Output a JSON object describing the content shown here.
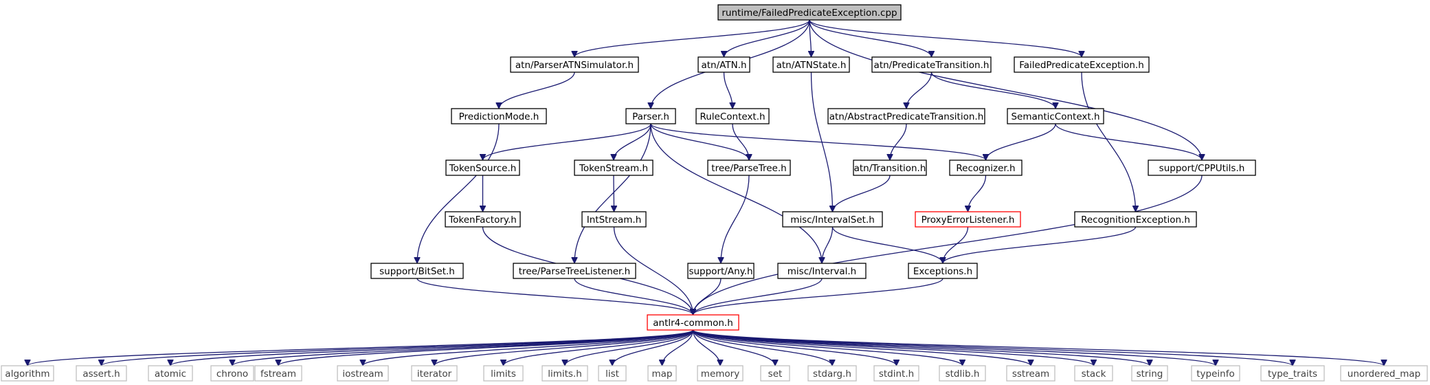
{
  "colors": {
    "edge": "#191970",
    "node_border": "#000000",
    "root_fill": "#bfbfbf",
    "truncated_border": "#ff0000",
    "system_border": "#bfbfbf",
    "system_text": "#404040"
  },
  "nodes": [
    {
      "id": "root",
      "label": "runtime/FailedPredicateException.cpp",
      "kind": "root"
    },
    {
      "id": "pas",
      "label": "atn/ParserATNSimulator.h",
      "kind": "normal"
    },
    {
      "id": "atn",
      "label": "atn/ATN.h",
      "kind": "normal"
    },
    {
      "id": "atnstate",
      "label": "atn/ATNState.h",
      "kind": "normal"
    },
    {
      "id": "predtrans",
      "label": "atn/PredicateTransition.h",
      "kind": "normal"
    },
    {
      "id": "fpe",
      "label": "FailedPredicateException.h",
      "kind": "normal"
    },
    {
      "id": "predmode",
      "label": "PredictionMode.h",
      "kind": "normal"
    },
    {
      "id": "parser",
      "label": "Parser.h",
      "kind": "normal"
    },
    {
      "id": "rulectx",
      "label": "RuleContext.h",
      "kind": "normal"
    },
    {
      "id": "abspred",
      "label": "atn/AbstractPredicateTransition.h",
      "kind": "normal"
    },
    {
      "id": "semctx",
      "label": "SemanticContext.h",
      "kind": "normal"
    },
    {
      "id": "tokensrc",
      "label": "TokenSource.h",
      "kind": "normal"
    },
    {
      "id": "tokenstream",
      "label": "TokenStream.h",
      "kind": "normal"
    },
    {
      "id": "parsetree",
      "label": "tree/ParseTree.h",
      "kind": "normal"
    },
    {
      "id": "transition",
      "label": "atn/Transition.h",
      "kind": "normal"
    },
    {
      "id": "recognizer",
      "label": "Recognizer.h",
      "kind": "normal"
    },
    {
      "id": "cpputils",
      "label": "support/CPPUtils.h",
      "kind": "normal"
    },
    {
      "id": "tokenfactory",
      "label": "TokenFactory.h",
      "kind": "normal"
    },
    {
      "id": "intstream",
      "label": "IntStream.h",
      "kind": "normal"
    },
    {
      "id": "intervalset",
      "label": "misc/IntervalSet.h",
      "kind": "normal"
    },
    {
      "id": "proxy",
      "label": "ProxyErrorListener.h",
      "kind": "truncated"
    },
    {
      "id": "recexc",
      "label": "RecognitionException.h",
      "kind": "normal"
    },
    {
      "id": "bitset",
      "label": "support/BitSet.h",
      "kind": "normal"
    },
    {
      "id": "ptlistener",
      "label": "tree/ParseTreeListener.h",
      "kind": "normal"
    },
    {
      "id": "any",
      "label": "support/Any.h",
      "kind": "normal"
    },
    {
      "id": "interval",
      "label": "misc/Interval.h",
      "kind": "normal"
    },
    {
      "id": "exceptions",
      "label": "Exceptions.h",
      "kind": "normal"
    },
    {
      "id": "common",
      "label": "antlr4-common.h",
      "kind": "truncated"
    },
    {
      "id": "s_algorithm",
      "label": "algorithm",
      "kind": "system"
    },
    {
      "id": "s_assert",
      "label": "assert.h",
      "kind": "system"
    },
    {
      "id": "s_atomic",
      "label": "atomic",
      "kind": "system"
    },
    {
      "id": "s_chrono",
      "label": "chrono",
      "kind": "system"
    },
    {
      "id": "s_fstream",
      "label": "fstream",
      "kind": "system"
    },
    {
      "id": "s_iostream",
      "label": "iostream",
      "kind": "system"
    },
    {
      "id": "s_iterator",
      "label": "iterator",
      "kind": "system"
    },
    {
      "id": "s_limits",
      "label": "limits",
      "kind": "system"
    },
    {
      "id": "s_limitsh",
      "label": "limits.h",
      "kind": "system"
    },
    {
      "id": "s_list",
      "label": "list",
      "kind": "system"
    },
    {
      "id": "s_map",
      "label": "map",
      "kind": "system"
    },
    {
      "id": "s_memory",
      "label": "memory",
      "kind": "system"
    },
    {
      "id": "s_set",
      "label": "set",
      "kind": "system"
    },
    {
      "id": "s_stdarg",
      "label": "stdarg.h",
      "kind": "system"
    },
    {
      "id": "s_stdint",
      "label": "stdint.h",
      "kind": "system"
    },
    {
      "id": "s_stdlib",
      "label": "stdlib.h",
      "kind": "system"
    },
    {
      "id": "s_sstream",
      "label": "sstream",
      "kind": "system"
    },
    {
      "id": "s_stack",
      "label": "stack",
      "kind": "system"
    },
    {
      "id": "s_string",
      "label": "string",
      "kind": "system"
    },
    {
      "id": "s_typeinfo",
      "label": "typeinfo",
      "kind": "system"
    },
    {
      "id": "s_type_traits",
      "label": "type_traits",
      "kind": "system"
    },
    {
      "id": "s_unordered_map",
      "label": "unordered_map",
      "kind": "system"
    }
  ],
  "edges": [
    [
      "root",
      "pas"
    ],
    [
      "root",
      "atn"
    ],
    [
      "root",
      "atnstate"
    ],
    [
      "root",
      "predtrans"
    ],
    [
      "root",
      "fpe"
    ],
    [
      "root",
      "parser"
    ],
    [
      "root",
      "cpputils"
    ],
    [
      "pas",
      "predmode"
    ],
    [
      "predmode",
      "bitset"
    ],
    [
      "bitset",
      "common"
    ],
    [
      "atn",
      "rulectx"
    ],
    [
      "rulectx",
      "parsetree"
    ],
    [
      "atnstate",
      "intervalset"
    ],
    [
      "predtrans",
      "abspred"
    ],
    [
      "predtrans",
      "semctx"
    ],
    [
      "abspred",
      "transition"
    ],
    [
      "transition",
      "intervalset"
    ],
    [
      "semctx",
      "recognizer"
    ],
    [
      "semctx",
      "cpputils"
    ],
    [
      "fpe",
      "recexc"
    ],
    [
      "recexc",
      "exceptions"
    ],
    [
      "parser",
      "tokensrc"
    ],
    [
      "parser",
      "tokenstream"
    ],
    [
      "parser",
      "parsetree"
    ],
    [
      "parser",
      "recognizer"
    ],
    [
      "parser",
      "ptlistener"
    ],
    [
      "parser",
      "interval"
    ],
    [
      "tokensrc",
      "tokenfactory"
    ],
    [
      "tokenfactory",
      "common"
    ],
    [
      "tokenstream",
      "intstream"
    ],
    [
      "intstream",
      "common"
    ],
    [
      "parsetree",
      "any"
    ],
    [
      "any",
      "common"
    ],
    [
      "recognizer",
      "proxy"
    ],
    [
      "proxy",
      "exceptions"
    ],
    [
      "intervalset",
      "interval"
    ],
    [
      "intervalset",
      "exceptions"
    ],
    [
      "interval",
      "common"
    ],
    [
      "exceptions",
      "common"
    ],
    [
      "cpputils",
      "common"
    ],
    [
      "ptlistener",
      "common"
    ],
    [
      "common",
      "s_algorithm"
    ],
    [
      "common",
      "s_assert"
    ],
    [
      "common",
      "s_atomic"
    ],
    [
      "common",
      "s_chrono"
    ],
    [
      "common",
      "s_fstream"
    ],
    [
      "common",
      "s_iostream"
    ],
    [
      "common",
      "s_iterator"
    ],
    [
      "common",
      "s_limits"
    ],
    [
      "common",
      "s_limitsh"
    ],
    [
      "common",
      "s_list"
    ],
    [
      "common",
      "s_map"
    ],
    [
      "common",
      "s_memory"
    ],
    [
      "common",
      "s_set"
    ],
    [
      "common",
      "s_stdarg"
    ],
    [
      "common",
      "s_stdint"
    ],
    [
      "common",
      "s_stdlib"
    ],
    [
      "common",
      "s_sstream"
    ],
    [
      "common",
      "s_stack"
    ],
    [
      "common",
      "s_string"
    ],
    [
      "common",
      "s_typeinfo"
    ],
    [
      "common",
      "s_type_traits"
    ],
    [
      "common",
      "s_unordered_map"
    ]
  ]
}
